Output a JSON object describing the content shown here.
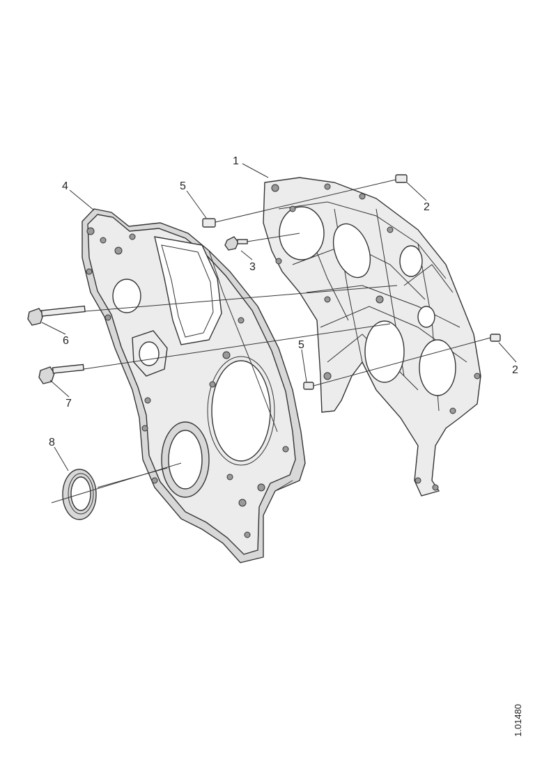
{
  "diagram": {
    "callouts": [
      {
        "id": "c1",
        "text": "1"
      },
      {
        "id": "c2a",
        "text": "2"
      },
      {
        "id": "c2b",
        "text": "2"
      },
      {
        "id": "c3",
        "text": "3"
      },
      {
        "id": "c4",
        "text": "4"
      },
      {
        "id": "c5a",
        "text": "5"
      },
      {
        "id": "c5b",
        "text": "5"
      },
      {
        "id": "c6",
        "text": "6"
      },
      {
        "id": "c7",
        "text": "7"
      },
      {
        "id": "c8",
        "text": "8"
      }
    ],
    "reference_code": "1.01480"
  }
}
